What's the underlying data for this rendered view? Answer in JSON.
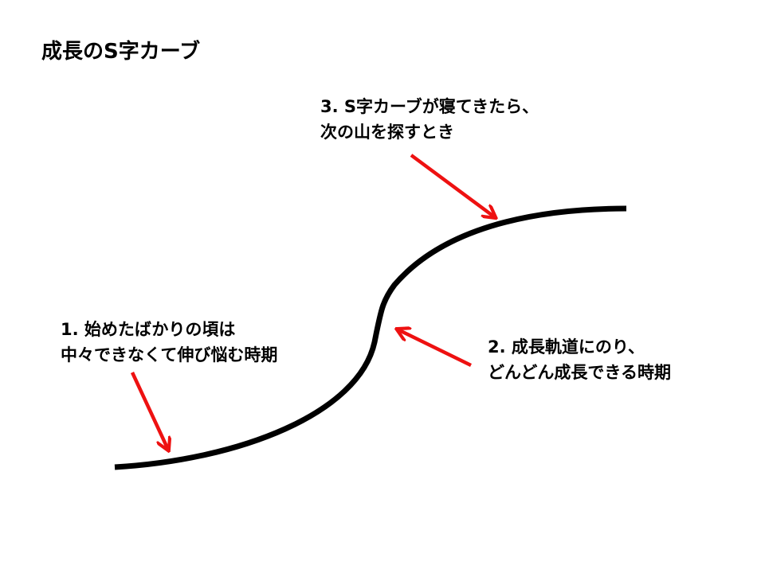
{
  "slide": {
    "title": "成長のS字カーブ"
  },
  "annotations": [
    {
      "line1": "1.  始めたばかりの頃は",
      "line2": "中々できなくて伸び悩む時期"
    },
    {
      "line1": "2.  成長軌道にのり、",
      "line2": "どんどん成長できる時期"
    },
    {
      "line1": "3.  S字カーブが寝てきたら、",
      "line2": "次の山を探すとき"
    }
  ],
  "colors": {
    "curve": "#000000",
    "arrow": "#ee1111",
    "text": "#000000",
    "background": "#ffffff"
  }
}
